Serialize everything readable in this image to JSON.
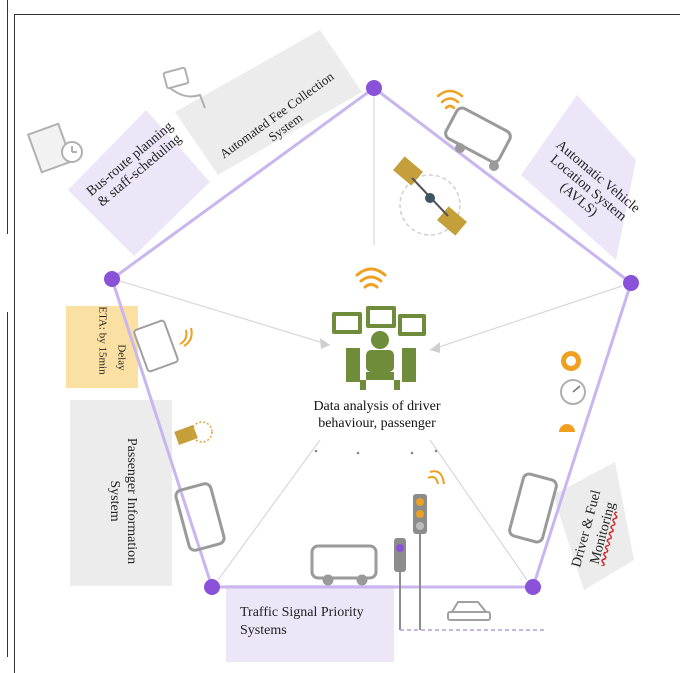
{
  "labels": {
    "afc": "Automated Fee Collection System",
    "bus_route": "Bus-route planning & staff-scheduling",
    "avls": "Automatic Vehicle Location System (AVLS)",
    "eta": "ETA: by 15min",
    "delay": "Delay",
    "pis": "Passenger Information System",
    "tsp": "Traffic Signal Priority Systems",
    "dfm_line1": "Driver & Fuel",
    "dfm_line2": "Monitoring",
    "center_line1": "Data analysis of driver",
    "center_line2": "behaviour, passenger"
  },
  "colors": {
    "node": "#8a52d8",
    "edge": "#c9b6ef",
    "label_bg_purple": "#ece6f8",
    "label_bg_gray": "#ececec",
    "label_bg_yellow": "#fbe0a3",
    "icon_green": "#6e8c3a",
    "icon_orange": "#f0a020"
  }
}
